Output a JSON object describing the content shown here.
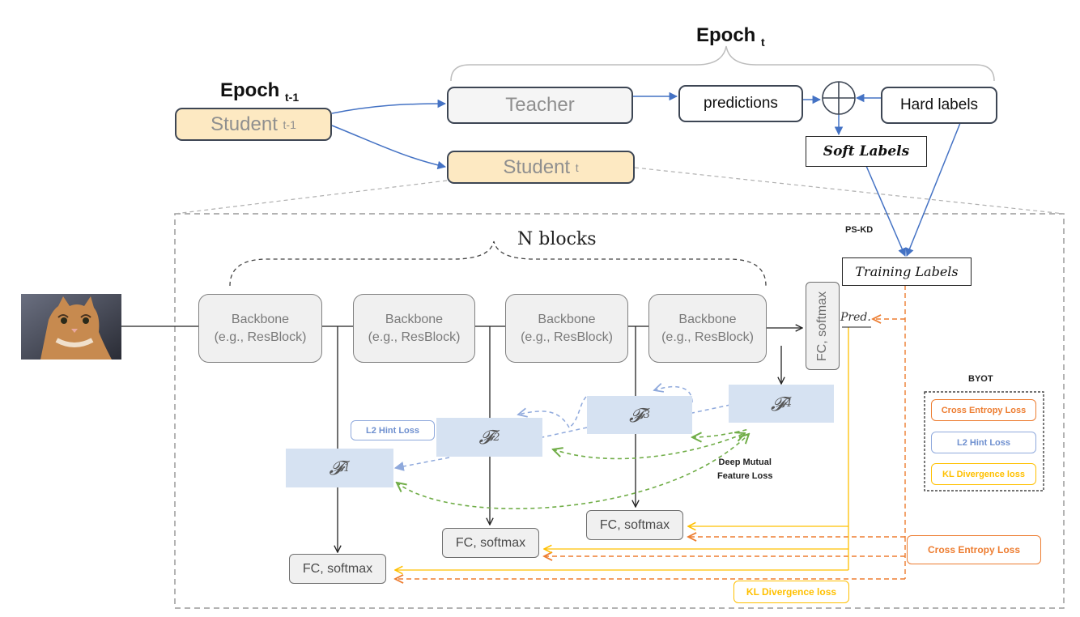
{
  "header": {
    "epoch_t": "Epoch",
    "epoch_t_sub": "t",
    "epoch_t1": "Epoch",
    "epoch_t1_sub": "t-1"
  },
  "nodes": {
    "student_prev": "Student",
    "student_prev_sub": "t-1",
    "teacher": "Teacher",
    "predictions": "predictions",
    "hard_labels": "Hard labels",
    "student_cur": "Student",
    "student_cur_sub": "t",
    "soft_labels": "Soft Labels",
    "training_labels": "Training Labels",
    "ps_kd": "PS-KD"
  },
  "network": {
    "n_blocks": "N blocks",
    "backbone_line1": "Backbone",
    "backbone_line2": "(e.g., ResBlock)",
    "fc_softmax": "FC, softmax",
    "pred": "Pred.",
    "features": [
      {
        "symbol": "𝓕",
        "index": "1"
      },
      {
        "symbol": "𝓕",
        "index": "2"
      },
      {
        "symbol": "𝓕",
        "index": "3"
      },
      {
        "symbol": "𝓕",
        "index": "4"
      }
    ],
    "l2_hint_loss": "L2 Hint Loss",
    "deep_mutual_line1": "Deep Mutual",
    "deep_mutual_line2": "Feature Loss",
    "cross_entropy_loss": "Cross Entropy Loss",
    "kl_divergence_loss": "KL Divergence loss"
  },
  "legend": {
    "title": "BYOT",
    "items": [
      "Cross Entropy Loss",
      "L2 Hint Loss",
      "KL Divergence loss"
    ]
  },
  "colors": {
    "blue_arrow": "#4472c4",
    "hint_blue": "#8fa9dc",
    "green_mutual": "#70ad47",
    "orange_ce": "#ed7d31",
    "yellow_kl": "#ffc000",
    "gray_dash": "#a6a6a6",
    "student_fill": "#fde9c2",
    "feature_fill": "#d6e2f2"
  }
}
